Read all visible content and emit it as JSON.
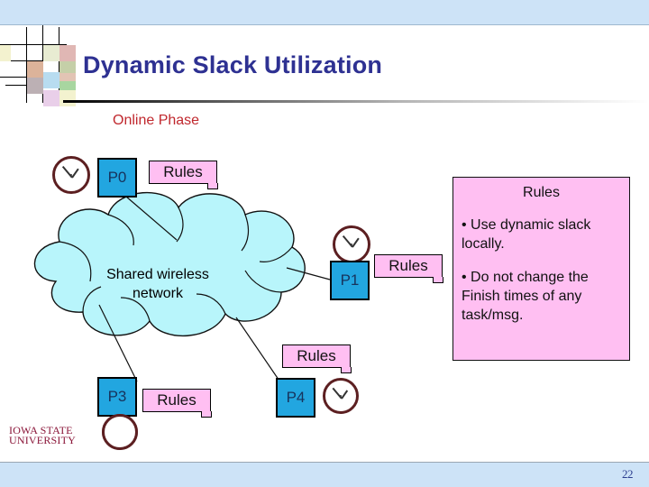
{
  "slide": {
    "title": "Dynamic Slack Utilization",
    "subtitle": "Online Phase",
    "page_number": "22",
    "accent_title_color": "#2e3192",
    "subtitle_color": "#c0272d",
    "band_color": "#cde3f7",
    "node_color": "#22a6e0",
    "note_color": "#ffbff2",
    "cloud_color": "#b8f5fb"
  },
  "logo": {
    "line1": "IOWA STATE",
    "line2": "UNIVERSITY"
  },
  "diagram": {
    "cloud_label_line1": "Shared wireless",
    "cloud_label_line2": "network",
    "nodes": [
      {
        "id": "p0",
        "label": "P0"
      },
      {
        "id": "p1",
        "label": "P1"
      },
      {
        "id": "p3",
        "label": "P3"
      },
      {
        "id": "p4",
        "label": "P4"
      }
    ],
    "notes": [
      {
        "id": "note-p0",
        "label": "Rules"
      },
      {
        "id": "note-p1",
        "label": "Rules"
      },
      {
        "id": "note-p3",
        "label": "Rules"
      },
      {
        "id": "note-p4",
        "label": "Rules"
      }
    ],
    "clocks": [
      {
        "id": "clock-p0"
      },
      {
        "id": "clock-p1"
      },
      {
        "id": "clock-p3"
      },
      {
        "id": "clock-p4"
      },
      {
        "id": "clock-logo"
      }
    ]
  },
  "rules_panel": {
    "title": "Rules",
    "bullets": [
      "• Use dynamic slack locally.",
      "• Do not change the Finish times of any task/msg."
    ]
  }
}
